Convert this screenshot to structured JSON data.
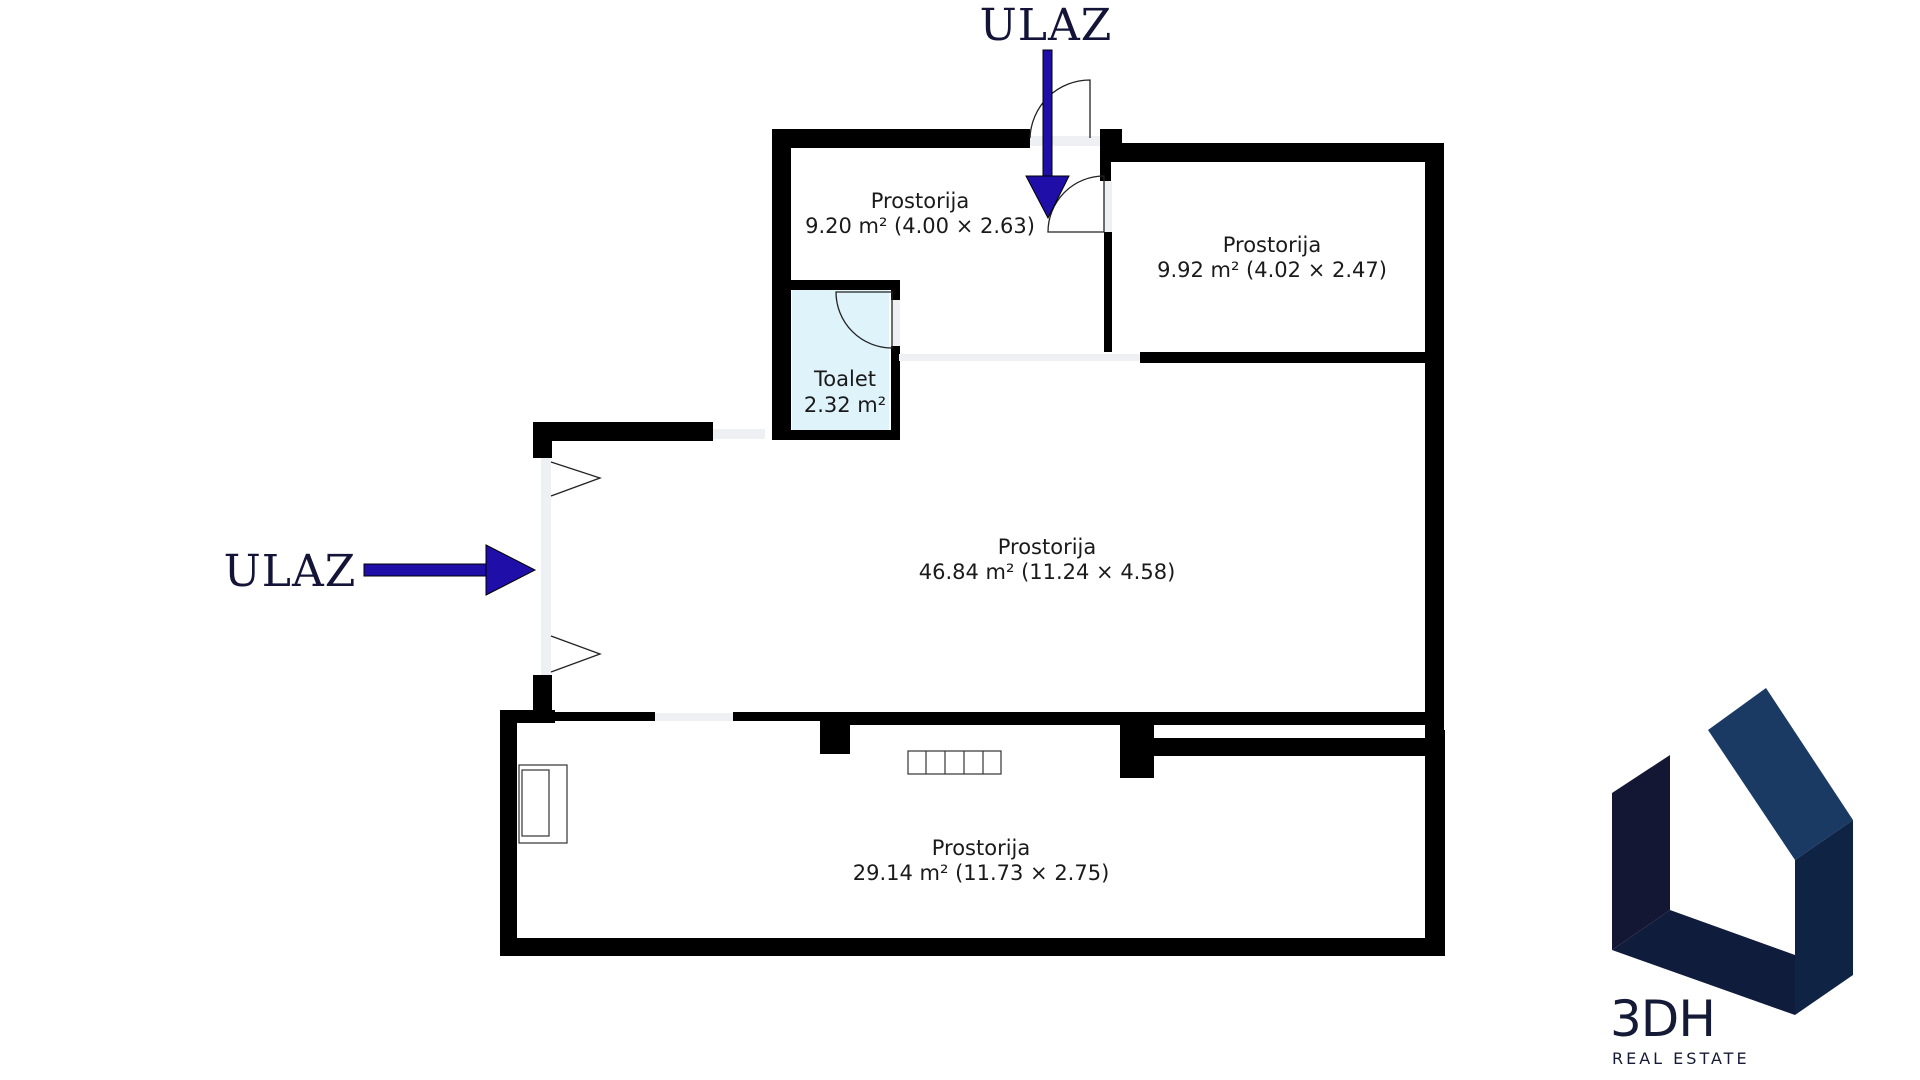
{
  "plan": {
    "rooms": [
      {
        "name": "Prostorija",
        "area": "9.20 m² (4.00 × 2.63)"
      },
      {
        "name": "Prostorija",
        "area": "9.92 m² (4.02 × 2.47)"
      },
      {
        "name": "Toalet",
        "area": "2.32 m²"
      },
      {
        "name": "Prostorija",
        "area": "46.84 m² (11.24 × 4.58)"
      },
      {
        "name": "Prostorija",
        "area": "29.14 m² (11.73 × 2.75)"
      }
    ],
    "entrances": [
      {
        "label": "ULAZ"
      },
      {
        "label": "ULAZ"
      }
    ]
  },
  "brand": {
    "name": "3DH",
    "tagline": "REAL ESTATE"
  },
  "colors": {
    "wall": "#000000",
    "arrow": "#1f0ea8",
    "toilet_fill": "#dff3fa",
    "logo_dark": "#141733",
    "logo_blue": "#1a3a63",
    "logo_navy": "#0f2344"
  },
  "icons": [
    "arrow-down-icon",
    "arrow-right-icon",
    "door-swing-icon",
    "house-logo-icon"
  ]
}
